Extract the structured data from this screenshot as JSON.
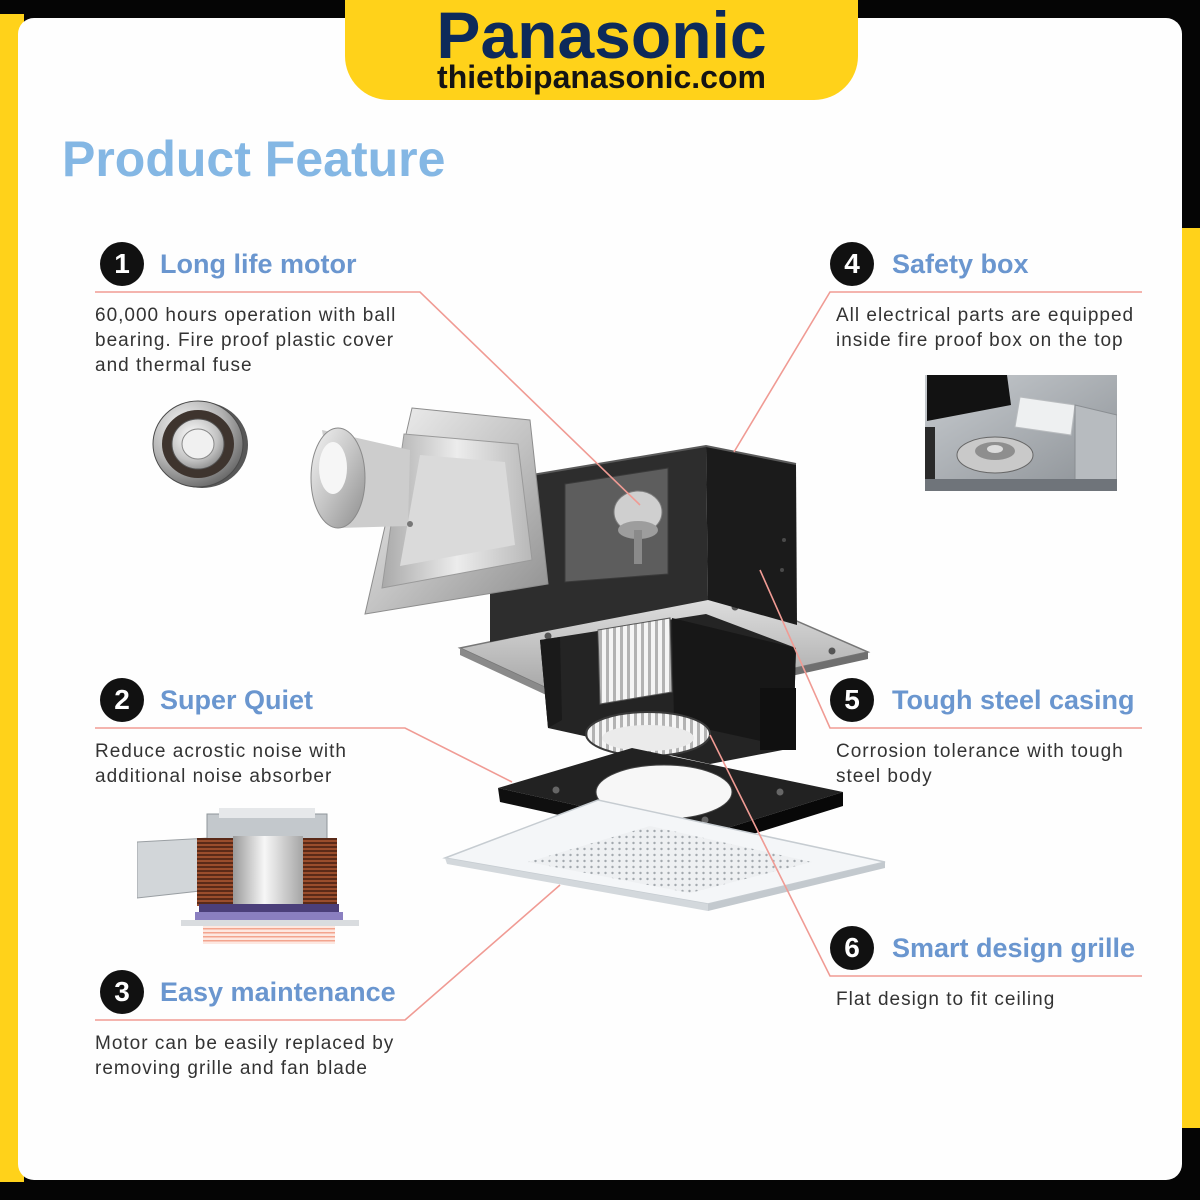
{
  "brand": {
    "logo": "Panasonic",
    "website": "thietbipanasonic.com"
  },
  "title": "Product Feature",
  "features": [
    {
      "number": "1",
      "title": "Long life motor",
      "lines": [
        "60,000 hours operation with ball",
        "bearing. Fire proof plastic cover",
        "and thermal fuse"
      ]
    },
    {
      "number": "2",
      "title": "Super Quiet",
      "lines": [
        "Reduce acrostic noise with",
        "additional noise absorber"
      ]
    },
    {
      "number": "3",
      "title": "Easy maintenance",
      "lines": [
        "Motor can be easily replaced by",
        "removing grille and fan blade"
      ]
    },
    {
      "number": "4",
      "title": "Safety box",
      "lines": [
        "All electrical parts are equipped",
        "inside fire proof box on the top"
      ]
    },
    {
      "number": "5",
      "title": "Tough steel casing",
      "lines": [
        "Corrosion tolerance with tough",
        "steel body"
      ]
    },
    {
      "number": "6",
      "title": "Smart design grille",
      "lines": [
        "Flat design to fit ceiling"
      ]
    }
  ],
  "colors": {
    "banner": "#ffd21a",
    "brand_text": "#0d2a5a",
    "title": "#84b7e4",
    "feature_title": "#6a96cf",
    "leader_line": "#f09b94",
    "frame_accent": "#ffd21a",
    "number_badge": "#111111",
    "body_text": "#333333"
  }
}
